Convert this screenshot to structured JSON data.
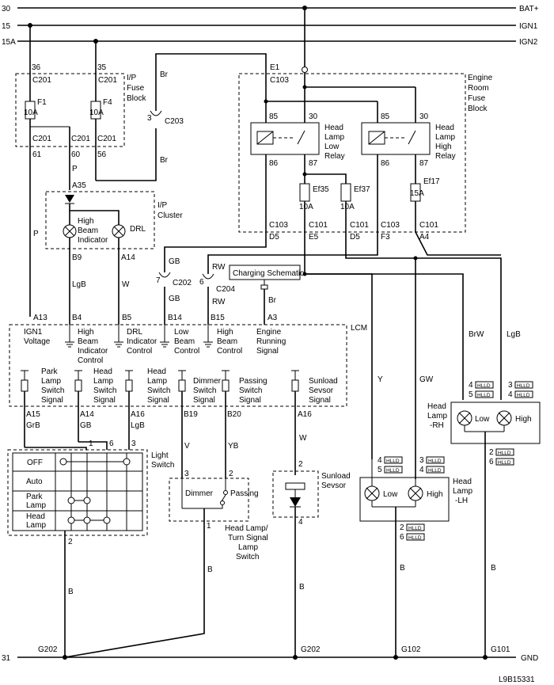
{
  "rails": {
    "bat": "BAT+",
    "ign1": "IGN1",
    "ign2": "IGN2",
    "gnd": "GND",
    "n30": "30",
    "n15": "15",
    "n15a": "15A",
    "n31": "31"
  },
  "ip_fuse": {
    "title1": "I/P",
    "title2": "Fuse",
    "title3": "Block",
    "f1": "F1",
    "f1_amp": "10A",
    "f4": "F4",
    "f4_amp": "10A",
    "c201": "C201",
    "p36": "36",
    "p35": "35",
    "p60": "60",
    "p61": "61",
    "p56": "56"
  },
  "c203": {
    "pin": "3",
    "name": "C203",
    "wire1": "Br",
    "wire2": "Br"
  },
  "engine_fuse": {
    "title1": "Engine",
    "title2": "Room",
    "title3": "Fuse",
    "title4": "Block",
    "e1": "E1",
    "c103": "C103",
    "relay_low": [
      "Head",
      "Lamp",
      "Low",
      "Relay"
    ],
    "relay_high": [
      "Head",
      "Lamp",
      "High",
      "Relay"
    ],
    "p85": "85",
    "p30": "30",
    "p86": "86",
    "p87": "87",
    "ef35": "Ef35",
    "ef37": "Ef37",
    "ef17": "Ef17",
    "amp10": "10A",
    "amp15": "15A",
    "c101": "C101",
    "d5": "D5",
    "e5": "E5",
    "f3": "F3",
    "a4": "A4"
  },
  "cluster": {
    "title1": "I/P",
    "title2": "Cluster",
    "a35": "A35",
    "wire_p": "P",
    "hb": [
      "High",
      "Beam",
      "Indicator"
    ],
    "drl": "DRL",
    "b9": "B9",
    "a14": "A14"
  },
  "mid": {
    "gb": "GB",
    "c202_pin": "7",
    "c202": "C202",
    "gb2": "GB",
    "rw": "RW",
    "c204_pin": "6",
    "c204": "C204",
    "rw2": "RW",
    "charging": "Charging Schematic",
    "br": "Br",
    "lgb": "LgB",
    "w": "W",
    "p": "P"
  },
  "lcm": {
    "title": "LCM",
    "a13": "A13",
    "b4": "B4",
    "b5": "B5",
    "b14": "B14",
    "b15": "B15",
    "a3": "A3",
    "ign1v": [
      "IGN1",
      "Voltage"
    ],
    "hbic": [
      "High",
      "Beam",
      "Indicator",
      "Control"
    ],
    "drlic": [
      "DRL",
      "Indicator",
      "Control"
    ],
    "lbc": [
      "Low",
      "Beam",
      "Control"
    ],
    "hbc": [
      "High",
      "Beam",
      "Control"
    ],
    "ers": [
      "Engine",
      "Running",
      "Signal"
    ],
    "park": [
      "Park",
      "Lamp",
      "Switch",
      "Signal"
    ],
    "head": [
      "Head",
      "Lamp",
      "Switch",
      "Signal"
    ],
    "head2": [
      "Head",
      "Lamp",
      "Switch",
      "Signal"
    ],
    "dim": [
      "Dimmer",
      "Switch",
      "Signal"
    ],
    "pass": [
      "Passing",
      "Switch",
      "Signal"
    ],
    "sun": [
      "Sunload",
      "Sevsor",
      "Signal"
    ],
    "a15": "A15",
    "a14": "A14",
    "a16": "A16",
    "b19": "B19",
    "b20": "B20",
    "a16b": "A16"
  },
  "wires": {
    "grb": "GrB",
    "gb": "GB",
    "lgb": "LgB",
    "v": "V",
    "yb": "YB",
    "w": "W",
    "y": "Y",
    "gw": "GW",
    "brw": "BrW",
    "lgb2": "LgB",
    "b": "B"
  },
  "light_switch": {
    "title1": "Light",
    "title2": "Switch",
    "off": "OFF",
    "auto": "Auto",
    "park1": "Park",
    "park2": "Lamp",
    "head1": "Head",
    "head2": "Lamp",
    "p1": "1",
    "p6": "6",
    "p3": "3",
    "p2": "2"
  },
  "dimmer_sw": {
    "dimmer": "Dimmer",
    "passing": "Passing",
    "p3": "3",
    "p2": "2",
    "p1": "1",
    "title": [
      "Head Lamp/",
      "Turn Signal",
      "Lamp",
      "Switch"
    ]
  },
  "sunload": {
    "title1": "Sunload",
    "title2": "Sevsor",
    "p2": "2",
    "p4": "4"
  },
  "lamp_rh": {
    "title": [
      "Head",
      "Lamp",
      "-RH"
    ],
    "low": "Low",
    "high": "High",
    "p4": "4",
    "p5": "5",
    "p3": "3",
    "p4b": "4",
    "p2": "2",
    "p6": "6",
    "hlld": "HLLD"
  },
  "lamp_lh": {
    "title": [
      "Head",
      "Lamp",
      "-LH"
    ],
    "low": "Low",
    "high": "High",
    "p4": "4",
    "p5": "5",
    "p3": "3",
    "p4b": "4",
    "p2": "2",
    "p6": "6",
    "hlld": "HLLD"
  },
  "grounds": {
    "g202a": "G202",
    "g202b": "G202",
    "g102": "G102",
    "g101": "G101"
  },
  "code": "L9B15331"
}
